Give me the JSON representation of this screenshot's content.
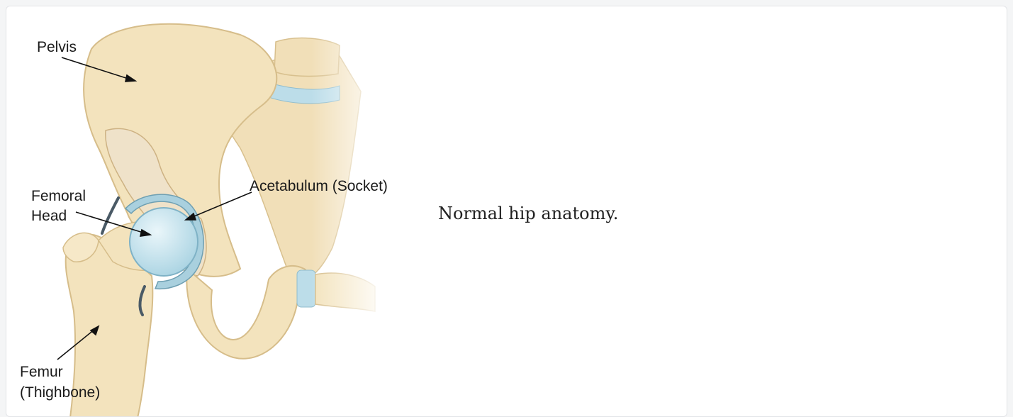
{
  "figure": {
    "labels": {
      "pelvis": "Pelvis",
      "femoral_head_line1": "Femoral",
      "femoral_head_line2": "Head",
      "acetabulum": "Acetabulum (Socket)",
      "femur_line1": "Femur",
      "femur_line2": "(Thighbone)"
    },
    "colors": {
      "bone": "#f3e3bd",
      "bone_shadow": "#dcc596",
      "cartilage": "#bfe0ea",
      "cartilage_edge": "#7fb2c6",
      "arrow": "#111111"
    }
  },
  "caption": {
    "text": "Normal hip anatomy."
  }
}
